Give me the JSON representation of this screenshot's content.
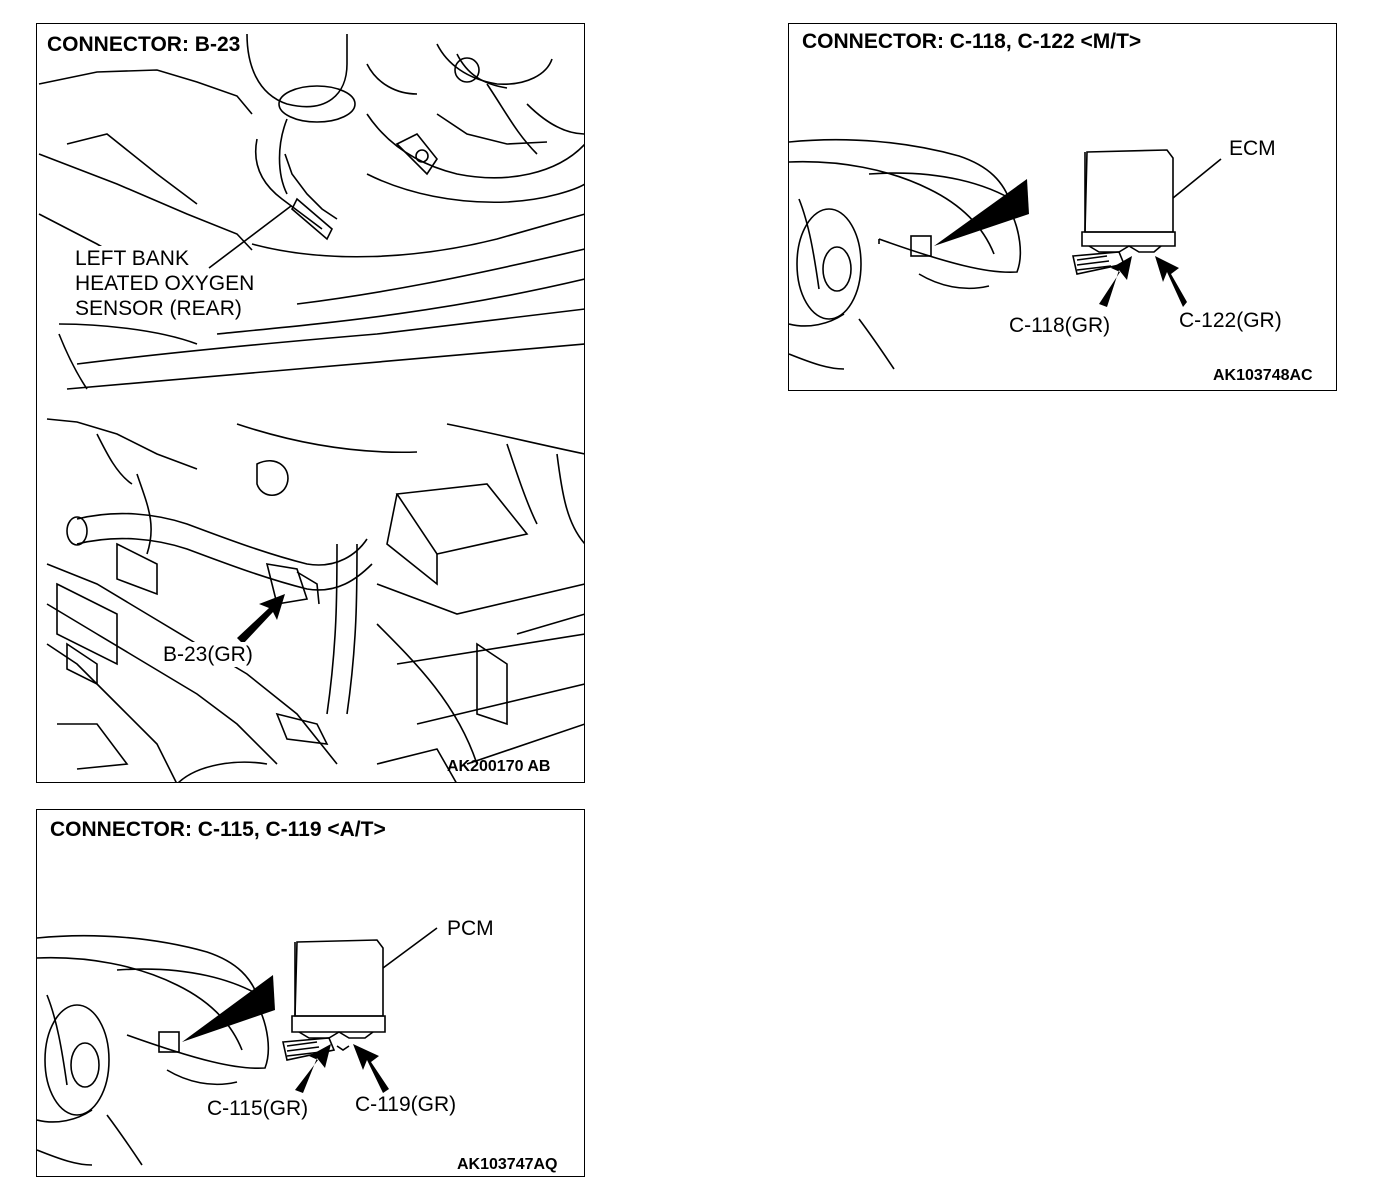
{
  "panels": [
    {
      "id": "p1",
      "title": "CONNECTOR: B-23",
      "labels": {
        "sensor_line1": "LEFT BANK",
        "sensor_line2": "HEATED OXYGEN",
        "sensor_line3": "SENSOR (REAR)",
        "connector": "B-23(GR)"
      },
      "code": "AK200170 AB"
    },
    {
      "id": "p2",
      "title": "CONNECTOR: C-118, C-122 <M/T>",
      "labels": {
        "module": "ECM",
        "connector_a": "C-118(GR)",
        "connector_b": "C-122(GR)"
      },
      "code": "AK103748AC"
    },
    {
      "id": "p3",
      "title": "CONNECTOR: C-115, C-119 <A/T>",
      "labels": {
        "module": "PCM",
        "connector_a": "C-115(GR)",
        "connector_b": "C-119(GR)"
      },
      "code": "AK103747AQ"
    }
  ]
}
